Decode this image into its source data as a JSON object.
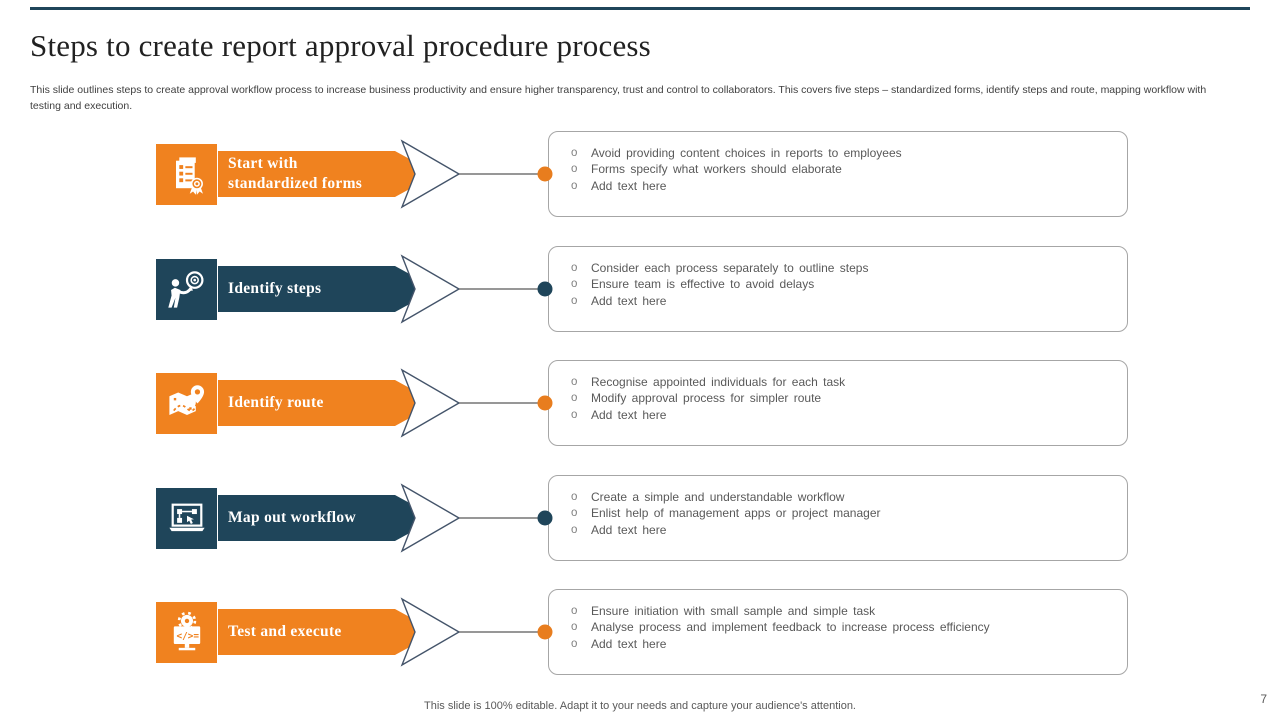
{
  "slide": {
    "title": "Steps to create report approval procedure process",
    "subtitle": "This slide outlines steps to create approval workflow process to increase business productivity and ensure higher transparency, trust and control to collaborators. This covers five steps – standardized forms, identify steps and route, mapping workflow with testing and execution.",
    "footer": "This slide is 100% editable. Adapt it to your needs and capture your audience's attention.",
    "page_number": "7"
  },
  "colors": {
    "orange": "#F0821F",
    "navy": "#1F455A",
    "box_border": "#A6A6A6",
    "body_text": "#595959"
  },
  "steps": [
    {
      "label": "Start with standardized forms",
      "color": "orange",
      "icon": "report-certificate-icon",
      "bullets": [
        "Avoid providing content choices in reports to employees",
        "Forms specify what workers should elaborate",
        "Add text here"
      ]
    },
    {
      "label": "Identify steps",
      "color": "navy",
      "icon": "person-target-icon",
      "bullets": [
        "Consider each process separately to outline steps",
        "Ensure team is effective to avoid delays",
        "Add text here"
      ]
    },
    {
      "label": "Identify route",
      "color": "orange",
      "icon": "map-route-icon",
      "bullets": [
        "Recognise appointed individuals for each task",
        "Modify approval process for simpler route",
        "Add text here"
      ]
    },
    {
      "label": "Map out workflow",
      "color": "navy",
      "icon": "laptop-workflow-icon",
      "bullets": [
        "Create a simple and understandable workflow",
        "Enlist help of management apps or project manager",
        "Add text here"
      ]
    },
    {
      "label": "Test and execute",
      "color": "orange",
      "icon": "code-test-icon",
      "bullets": [
        "Ensure initiation with small sample and simple task",
        "Analyse process and implement feedback to increase process efficiency",
        "Add text here"
      ]
    }
  ]
}
